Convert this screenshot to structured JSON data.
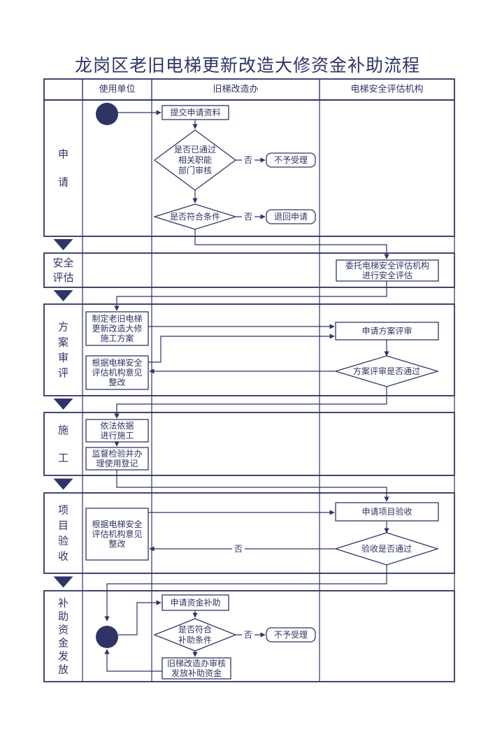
{
  "title": "龙岗区老旧电梯更新改造大修资金补助流程",
  "colors": {
    "ink": "#2e3566",
    "background": "#ffffff"
  },
  "columns": [
    "使用单位",
    "旧梯改造办",
    "电梯安全评估机构"
  ],
  "lanes": [
    {
      "label_lines": [
        "申",
        "请"
      ]
    },
    {
      "label_lines": [
        "安全",
        "评估"
      ]
    },
    {
      "label_lines": [
        "方",
        "案",
        "审",
        "评"
      ]
    },
    {
      "label_lines": [
        "施",
        "工"
      ]
    },
    {
      "label_lines": [
        "项",
        "目",
        "验",
        "收"
      ]
    },
    {
      "label_lines": [
        "补",
        "助",
        "资",
        "金",
        "发",
        "放"
      ]
    }
  ],
  "nodes": {
    "submit": [
      "提交申请资料"
    ],
    "dept_check": [
      "是否已通过",
      "相关职能",
      "部门审核"
    ],
    "reject1": [
      "不予受理"
    ],
    "meets": [
      "是否符合条件"
    ],
    "return_app": [
      "退回申请"
    ],
    "entrust": [
      "委托电梯安全评估机构",
      "进行安全评估"
    ],
    "make_plan": [
      "制定老旧电梯",
      "更新改造大修",
      "施工方案"
    ],
    "plan_review": [
      "申请方案评审"
    ],
    "rectify1": [
      "根据电梯安全",
      "评估机构意见",
      "整改"
    ],
    "plan_pass": [
      "方案评审是否通过"
    ],
    "construct": [
      "依法依据",
      "进行施工"
    ],
    "supervise": [
      "监督检验并办",
      "理使用登记"
    ],
    "apply_accept": [
      "申请项目验收"
    ],
    "rectify2": [
      "根据电梯安全",
      "评估机构意见",
      "整改"
    ],
    "accept_pass": [
      "验收是否通过"
    ],
    "apply_fund": [
      "申请资金补助"
    ],
    "fund_cond": [
      "是否符合",
      "补助条件"
    ],
    "reject2": [
      "不予受理"
    ],
    "issue_fund": [
      "旧梯改造办审核",
      "发放补助资金"
    ]
  },
  "edge_labels": {
    "no": "否"
  }
}
